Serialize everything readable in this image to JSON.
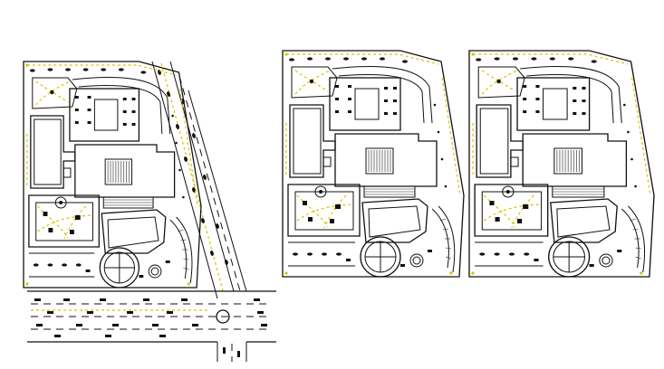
{
  "drawing": {
    "background": "#ffffff",
    "line_color": "#111111",
    "accent_color": "#d9c400",
    "plans": [
      {
        "id": "site-plan-with-roads"
      },
      {
        "id": "site-plan-middle"
      },
      {
        "id": "site-plan-right"
      }
    ]
  }
}
